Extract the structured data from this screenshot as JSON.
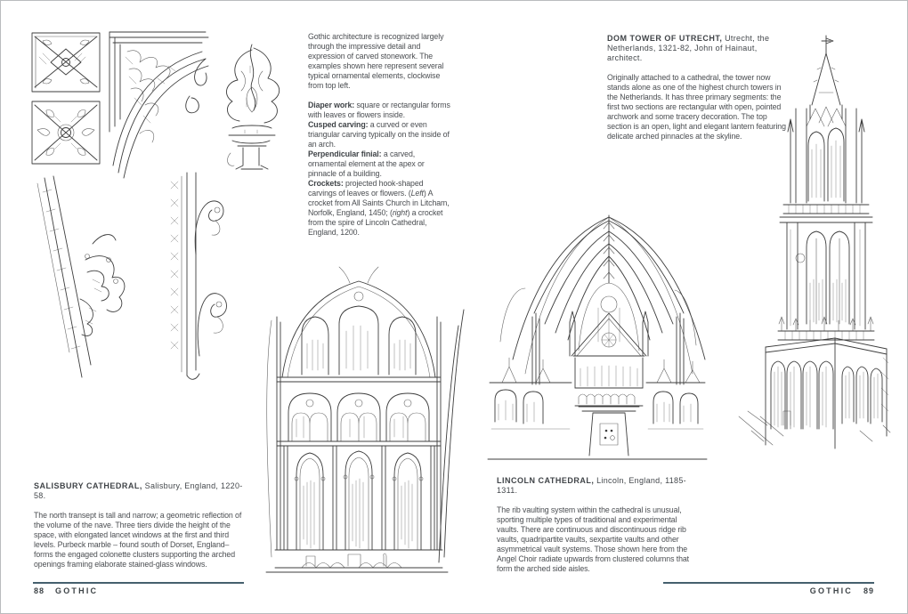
{
  "colors": {
    "rule": "#45606e",
    "body_text": "#4b4e52",
    "ink": "#3e3e3e"
  },
  "left_page": {
    "page_number": "88",
    "footer_label": "GOTHIC",
    "intro_paragraph": "Gothic architecture is recognized largely through the impressive detail and expression of carved stonework. The examples shown here represent several typical ornamental elements, clockwise from top left.",
    "glossary": {
      "diaper": {
        "term": "Diaper work:",
        "definition": " square or rectangular forms with leaves or flowers inside."
      },
      "cusped": {
        "term": "Cusped carving:",
        "definition": " a curved or even triangular carving typically on the inside of an arch."
      },
      "finial": {
        "term": "Perpendicular finial:",
        "definition": " a carved, ornamental element at the apex or pinnacle of a building."
      },
      "crockets": {
        "term": "Crockets:",
        "d1": " projected hook-shaped carvings of leaves or flowers. (",
        "i1": "Left",
        "d2": ") A crocket from All Saints Church in Litcham, Norfolk, England, 1450; (",
        "i2": "right",
        "d3": ") a crocket from the spire of Lincoln Cathedral, England, 1200."
      }
    },
    "salisbury_caption": {
      "heading_bold": "SALISBURY CATHEDRAL,",
      "heading_rest": " Salisbury, England, 1220-58.",
      "body": "The north transept is tall and narrow; a geometric reflection of the volume of the nave. Three tiers divide the height of the space, with elongated lancet windows at the first and third levels. Purbeck marble – found south of Dorset, England– forms the engaged colonette clusters supporting the arched openings framing elaborate stained-glass windows."
    }
  },
  "right_page": {
    "page_number": "89",
    "footer_label": "GOTHIC",
    "utrecht_caption": {
      "heading_bold": "DOM TOWER OF UTRECHT,",
      "heading_rest": " Utrecht, the Netherlands, 1321-82, John of Hainaut, architect.",
      "body": "Originally attached to a cathedral, the tower now stands alone as one of the highest church towers in the Netherlands. It has three primary segments: the first two sections are rectangular with open, pointed archwork and some tracery decoration. The top section is an open, light and elegant lantern featuring delicate arched pinnacles at the skyline."
    },
    "lincoln_caption": {
      "heading_bold": "LINCOLN CATHEDRAL,",
      "heading_rest": " Lincoln, England, 1185-1311.",
      "body": "The rib vaulting system within the cathedral is unusual, sporting multiple types of traditional and experimental vaults. There are continuous and discontinuous ridge rib vaults, quadripartite vaults, sexpartite vaults and other asymmetrical vault systems. Those shown here from the Angel Choir radiate upwards from clustered columns that form the arched side aisles."
    }
  },
  "illustrations": {
    "diaper_work": "diaper work carving panels",
    "cusped_carving": "cusped carving arch fragment",
    "finial": "perpendicular finial",
    "crocket_left": "crocket from All Saints Church, Litcham",
    "crocket_right": "crocket from Lincoln Cathedral spire",
    "salisbury": "Salisbury Cathedral north transept elevation",
    "lincoln": "Lincoln Cathedral Angel Choir vaults",
    "utrecht": "Dom Tower of Utrecht"
  }
}
